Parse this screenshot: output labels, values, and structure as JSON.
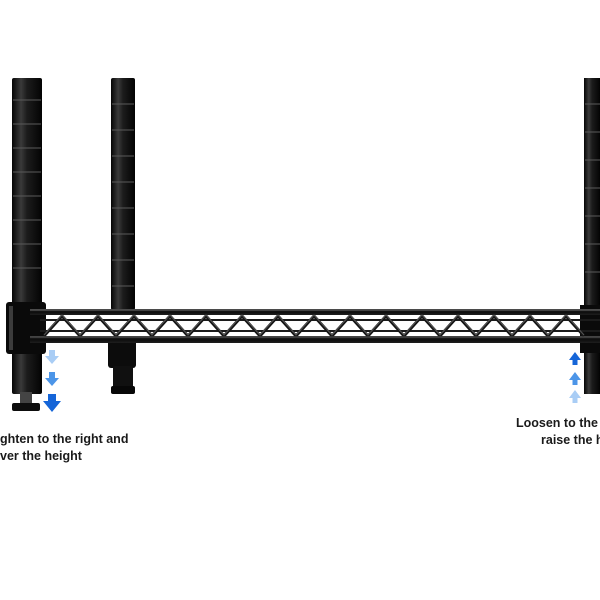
{
  "captions": {
    "left": {
      "line1": "ghten to the right and",
      "line2": "ver the height"
    },
    "right": {
      "line1": "Loosen to the le",
      "line2": "raise the he"
    }
  },
  "icons": {
    "left_arrows": "arrow-down-icon",
    "right_arrows": "arrow-up-icon"
  },
  "colors": {
    "frame": "#111111",
    "frame_highlight": "#4a4a4a",
    "arrow_dark": "#1565d8",
    "arrow_mid": "#4c95e8",
    "arrow_light": "#a9cdf5",
    "text": "#1a1a1a"
  }
}
